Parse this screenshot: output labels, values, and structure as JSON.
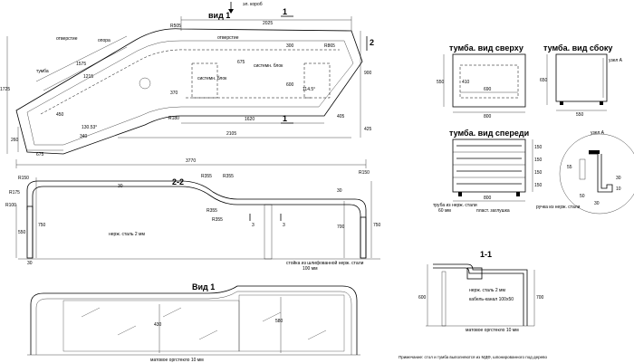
{
  "views": {
    "plan_title": "вид 1",
    "section_22_title": "2-2",
    "view1_title": "Вид 1",
    "top_view_title": "тумба. вид сверху",
    "side_view_title": "тумба. вид сбоку",
    "front_view_title": "тумба. вид спереди",
    "section_11_title": "1-1",
    "node_a_title": "узел А",
    "node_a_small": "узел А"
  },
  "plan_dims": {
    "d2025": "2025",
    "d1575": "1575",
    "d1215": "1215",
    "d300": "300",
    "d600": "600",
    "d370": "370",
    "d1620": "1620",
    "d2105": "2105",
    "d3770": "3770",
    "d675": "675",
    "d450": "450",
    "d340": "340",
    "d260": "260",
    "d405": "405",
    "d425": "425",
    "d900": "900",
    "d1725": "1725",
    "a130": "130.53°",
    "a114": "114.5°",
    "r180": "R180",
    "r505": "R505",
    "r865": "R865",
    "d675b": "675",
    "mark1_top": "1",
    "mark1_bot": "1",
    "mark2": "2"
  },
  "plan_labels": {
    "lamp_box": "эл. короб",
    "opening": "отверстие",
    "support": "опора",
    "pedestal": "тумба",
    "sys_block1": "системн. блок",
    "sys_block2": "системн. блок",
    "opening2": "отверстие"
  },
  "section22": {
    "r150a": "R150",
    "r150b": "R150",
    "r100": "R100",
    "r175": "R175",
    "r355a": "R355",
    "r355b": "R355",
    "r355c": "R355",
    "r355d": "R355",
    "d550": "550",
    "d750a": "750",
    "d700": "700",
    "d750b": "750",
    "d30a": "30",
    "d30b": "30",
    "d30c": "30",
    "steel_sheet": "нерж. сталь 2 мм",
    "post": "стойка из шлифованной нерж. стали",
    "post_size": "100 мм",
    "mark3a": "3",
    "mark3b": "3"
  },
  "view1": {
    "d430": "430",
    "d580": "580",
    "glass": "матовое оргстекло 10 мм"
  },
  "pedestal_top": {
    "d550": "550",
    "d410": "410",
    "d690": "690",
    "d800": "800"
  },
  "pedestal_side": {
    "d650": "650",
    "d550": "550",
    "node": "узел А"
  },
  "pedestal_front": {
    "d150a": "150",
    "d150b": "150",
    "d150c": "150",
    "d150d": "150",
    "d800": "800",
    "d60": "60",
    "pipe": "труба из нерж. стали",
    "pipe_size": "60 мм",
    "plastic": "пласт. заглушка",
    "handle": "ручка из нерж. стали"
  },
  "node_a": {
    "d55": "55",
    "d30a": "30",
    "d30b": "30",
    "d50": "50",
    "d10": "10"
  },
  "section11": {
    "d600": "600",
    "d700": "700",
    "steel": "нерж. сталь 2 мм",
    "cable": "кабель-канал 100х50",
    "glass": "матовое оргстекло 10 мм"
  },
  "note": "Примечание: стол и тумба выполняются из МДФ, шпонированного под дерево"
}
